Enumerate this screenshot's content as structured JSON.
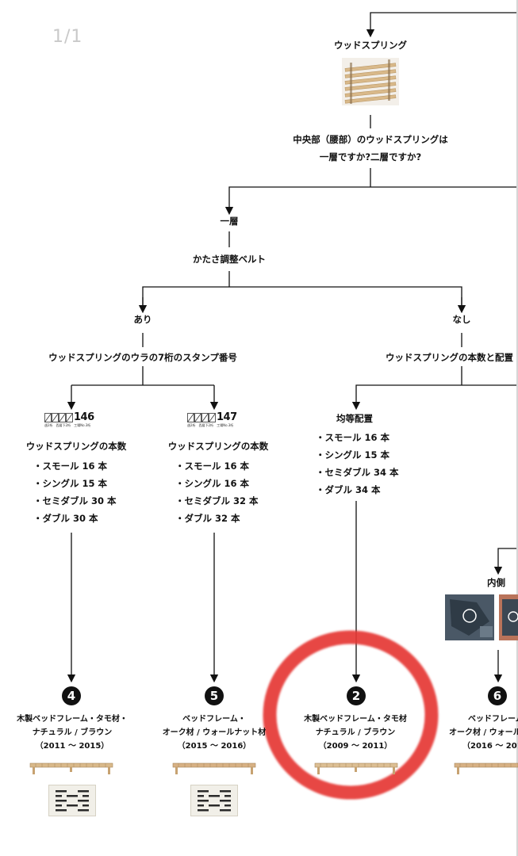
{
  "pager": "1/1",
  "diagram": {
    "root": {
      "label": "ウッドスプリング",
      "question_lines": [
        "中央部（腰部）のウッドスプリングは",
        "一層ですか?二層ですか?"
      ]
    },
    "layer_one": {
      "label": "一層",
      "question": "かたさ調整ベルト"
    },
    "belt_yes": {
      "label": "あり",
      "question": "ウッドスプリングのウラの7桁のスタンプ番号"
    },
    "belt_no": {
      "label": "なし",
      "question": "ウッドスプリングの本数と配置"
    },
    "stamp_146": {
      "number": "146",
      "sublabel": "週2桁　西暦下2桁　工場No.3桁",
      "title": "ウッドスプリングの本数",
      "items": [
        "・スモール 16 本",
        "・シングル 15 本",
        "・セミダブル 30 本",
        "・ダブル 30 本"
      ]
    },
    "stamp_147": {
      "number": "147",
      "sublabel": "週2桁　西暦下2桁　工場No.3桁",
      "title": "ウッドスプリングの本数",
      "items": [
        "・スモール 16 本",
        "・シングル 16 本",
        "・セミダブル 32 本",
        "・ダブル 32 本"
      ]
    },
    "even": {
      "title": "均等配置",
      "items": [
        "・スモール 16 本",
        "・シングル 15 本",
        "・セミダブル 34 本",
        "・ダブル 34 本"
      ]
    },
    "inner": {
      "label": "内側"
    },
    "results": [
      {
        "badge": "4",
        "lines": [
          "木製ベッドフレーム・タモ材・",
          "ナチュラル / ブラウン",
          "（2011 ～ 2015）"
        ]
      },
      {
        "badge": "5",
        "lines": [
          "ベッドフレーム・",
          "オーク材 / ウォールナット材",
          "（2015 ～ 2016）"
        ]
      },
      {
        "badge": "2",
        "lines": [
          "木製ベッドフレーム・タモ材",
          "ナチュラル / ブラウン",
          "（2009 ～ 2011）"
        ]
      },
      {
        "badge": "6",
        "lines": [
          "ベッドフレーム",
          "オーク材 / ウォール",
          "（2016 ～ 201"
        ]
      }
    ]
  },
  "colors": {
    "highlight": "#e53935",
    "line": "#111111",
    "wood": "#d9b98a"
  }
}
